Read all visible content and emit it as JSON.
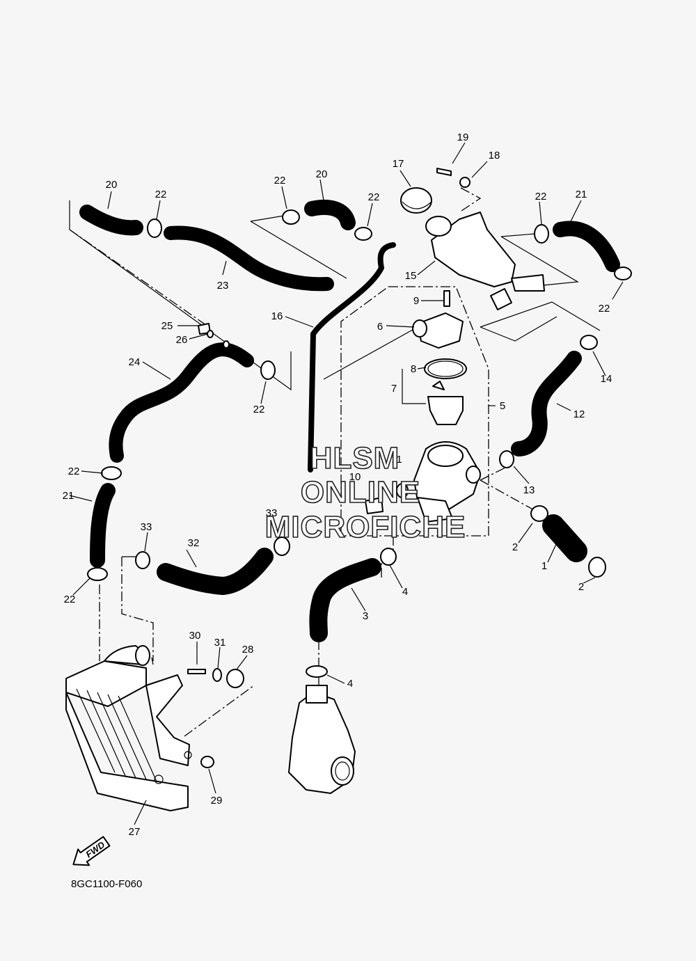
{
  "diagram": {
    "drawing_code": "8GC1100-F060",
    "fwd_label": "FWD",
    "watermark": [
      "HLSM",
      "ONLINE",
      "MICROFICHE"
    ],
    "callouts": {
      "c1": "1",
      "c2a": "2",
      "c2b": "2",
      "c3": "3",
      "c4a": "4",
      "c4b": "4",
      "c5": "5",
      "c6": "6",
      "c7": "7",
      "c8": "8",
      "c9": "9",
      "c10": "10",
      "c11": "11",
      "c12": "12",
      "c13": "13",
      "c14": "14",
      "c15": "15",
      "c16": "16",
      "c17": "17",
      "c18": "18",
      "c19": "19",
      "c20a": "20",
      "c20b": "20",
      "c21a": "21",
      "c21b": "21",
      "c22a": "22",
      "c22b": "22",
      "c22c": "22",
      "c22d": "22",
      "c22e": "22",
      "c22f": "22",
      "c22g": "22",
      "c23": "23",
      "c24": "24",
      "c25": "25",
      "c26": "26",
      "c27": "27",
      "c28": "28",
      "c29": "29",
      "c30": "30",
      "c31": "31",
      "c32": "32",
      "c33a": "33",
      "c33b": "33"
    }
  }
}
